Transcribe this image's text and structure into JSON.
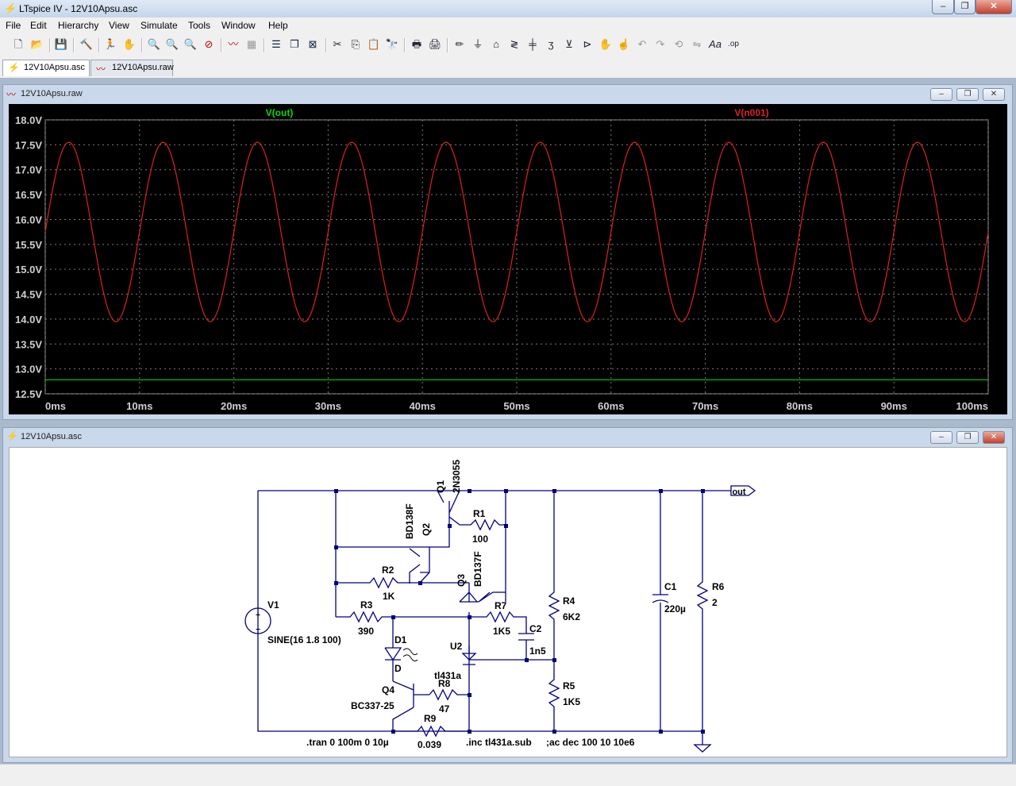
{
  "window": {
    "title": "LTspice IV - 12V10Apsu.asc",
    "min": "–",
    "restore": "❐",
    "close": "✕"
  },
  "menu": [
    "File",
    "Edit",
    "Hierarchy",
    "View",
    "Simulate",
    "Tools",
    "Window",
    "Help"
  ],
  "toolbar_icons": [
    "new-schematic-icon",
    "open-icon",
    "save-icon",
    "control-panel-icon",
    "run-icon",
    "halt-icon",
    "zoom-in-icon",
    "zoom-area-icon",
    "zoom-out-icon",
    "zoom-cancel-icon",
    "autorange-icon",
    "plot-settings-icon",
    "tile-horizontal-icon",
    "cascade-icon",
    "close-window-icon",
    "cut-icon",
    "copy-icon",
    "paste-icon",
    "find-icon",
    "print-setup-icon",
    "print-icon",
    "wire-icon",
    "ground-icon",
    "label-icon",
    "resistor-icon",
    "capacitor-icon",
    "inductor-icon",
    "diode-icon",
    "component-icon",
    "move-icon",
    "drag-icon",
    "undo-icon",
    "redo-icon",
    "rotate-icon",
    "mirror-icon",
    "text-icon",
    "spice-directive-icon"
  ],
  "tabs": [
    {
      "label": "12V10Apsu.asc",
      "active": true,
      "icon": "schematic-icon"
    },
    {
      "label": "12V10Apsu.raw",
      "active": false,
      "icon": "waveform-icon"
    }
  ],
  "plot_window": {
    "title": "12V10Apsu.raw"
  },
  "schematic_window": {
    "title": "12V10Apsu.asc"
  },
  "chart_data": {
    "type": "line",
    "xlabel": "",
    "ylabel": "",
    "xlim": [
      0,
      100
    ],
    "ylim": [
      12.5,
      18.0
    ],
    "x_tick_labels": [
      "0ms",
      "10ms",
      "20ms",
      "30ms",
      "40ms",
      "50ms",
      "60ms",
      "70ms",
      "80ms",
      "90ms",
      "100ms"
    ],
    "x_ticks": [
      0,
      10,
      20,
      30,
      40,
      50,
      60,
      70,
      80,
      90,
      100
    ],
    "y_tick_labels": [
      "18.0V",
      "17.5V",
      "17.0V",
      "16.5V",
      "16.0V",
      "15.5V",
      "15.0V",
      "14.5V",
      "14.0V",
      "13.5V",
      "13.0V",
      "12.5V"
    ],
    "y_ticks": [
      18.0,
      17.5,
      17.0,
      16.5,
      16.0,
      15.5,
      15.0,
      14.5,
      14.0,
      13.5,
      13.0,
      12.5
    ],
    "grid": true,
    "series": [
      {
        "name": "V(out)",
        "color": "#00cc00",
        "kind": "dc",
        "offset": 12.78,
        "amplitude": 0.0,
        "frequency_hz": 100
      },
      {
        "name": "V(n001)",
        "color": "#dd2020",
        "kind": "sine",
        "offset": 15.75,
        "amplitude": 1.8,
        "frequency_hz": 100
      }
    ]
  },
  "schematic": {
    "labels": {
      "q1_ref": "Q1",
      "q1_val": "2N3055",
      "q2_ref": "Q2",
      "q2_val": "BD138F",
      "q3_ref": "Q3",
      "q3_val": "BD137F",
      "q4_ref": "Q4",
      "q4_val": "BC337-25",
      "r1_ref": "R1",
      "r1_val": "100",
      "r2_ref": "R2",
      "r2_val": "1K",
      "r3_ref": "R3",
      "r3_val": "390",
      "r4_ref": "R4",
      "r4_val": "6K2",
      "r5_ref": "R5",
      "r5_val": "1K5",
      "r6_ref": "R6",
      "r6_val": "2",
      "r7_ref": "R7",
      "r7_val": "1K5",
      "r8_ref": "R8",
      "r8_val": "47",
      "r9_ref": "R9",
      "r9_val": "0.039",
      "c1_ref": "C1",
      "c1_val": "220µ",
      "c2_ref": "C2",
      "c2_val": "1n5",
      "d1_ref": "D1",
      "d1_val": "D",
      "u2_ref": "U2",
      "u2_val": "tl431a",
      "v1_ref": "V1",
      "v1_val": "SINE(16 1.8 100)",
      "out_label": "out",
      "plus": "+",
      "minus": "−"
    },
    "directives": {
      "tran": ".tran 0 100m 0 10µ",
      "inc": ".inc tl431a.sub",
      "ac": ";ac dec 100 10 10e6"
    }
  }
}
